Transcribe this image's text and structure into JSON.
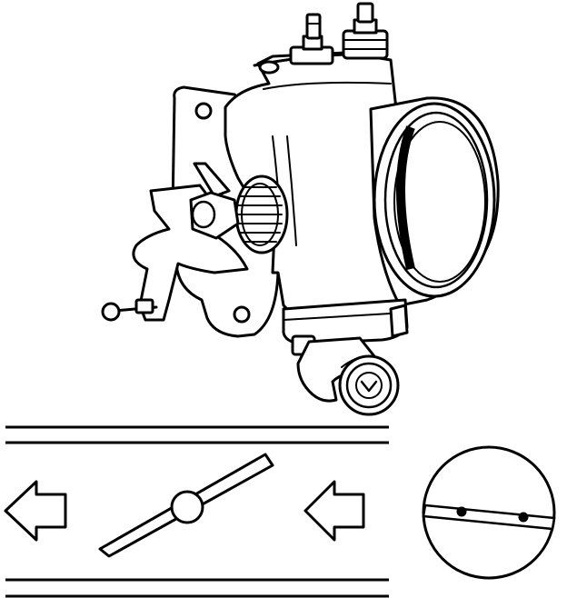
{
  "figure": {
    "subject": "throttle-body-illustration",
    "line_color": "#000000",
    "background_color": "#ffffff",
    "views": [
      {
        "name": "throttle-body-assembly"
      },
      {
        "name": "throttle-plate-airflow-diagram"
      },
      {
        "name": "throttle-disc-front-view"
      }
    ],
    "airflow_arrows": [
      {
        "name": "airflow-arrow-inlet",
        "direction": "left"
      },
      {
        "name": "airflow-arrow-outlet",
        "direction": "left"
      }
    ]
  }
}
